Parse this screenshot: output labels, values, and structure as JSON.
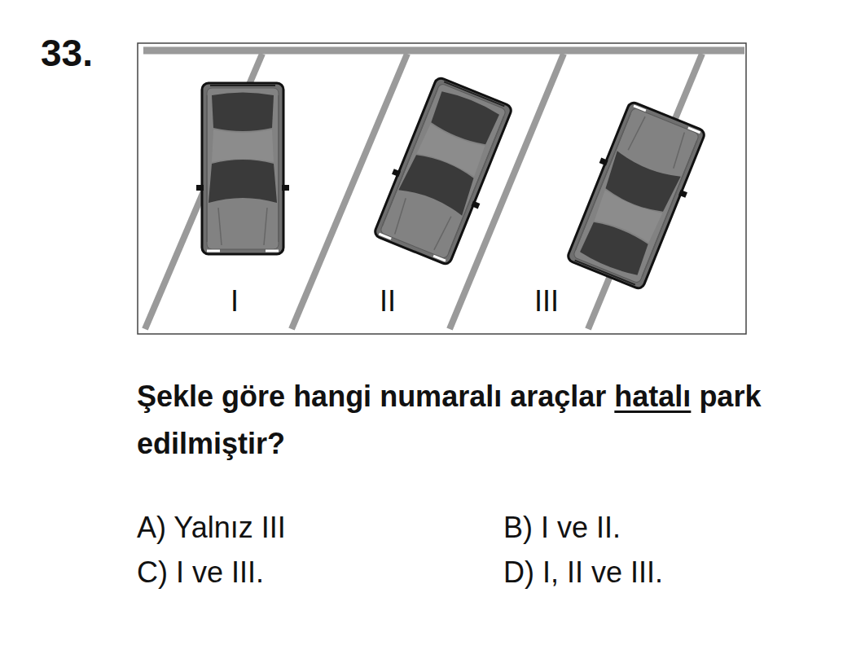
{
  "diagram": {
    "labels": [
      "33.",
      "I",
      "II",
      "III",
      "Şekle göre hangi numaralı araçlar hatalı park edilmiştir?",
      "A) Yalnız III",
      "B) I ve II.",
      "C) I ve III.",
      "D) I, II ve III."
    ]
  }
}
